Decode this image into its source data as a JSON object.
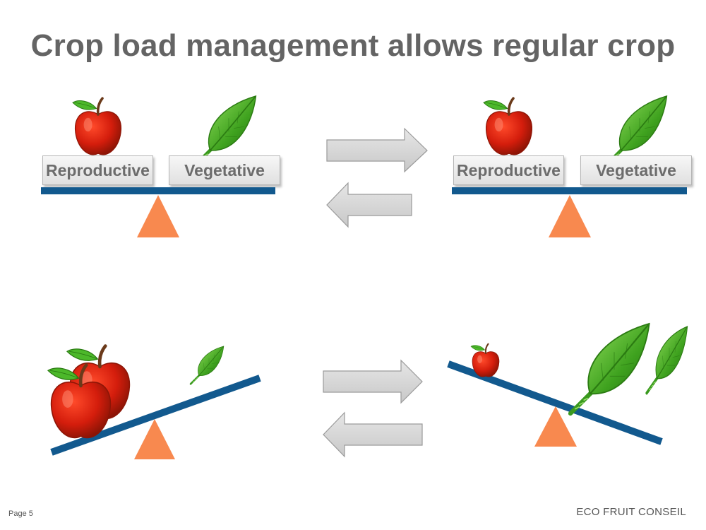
{
  "slide": {
    "title": "Crop load management allows regular crop",
    "page_label": "Page 5",
    "company": "ECO FRUIT CONSEIL"
  },
  "balanced": {
    "reproductive_label": "Reproductive",
    "vegetative_label": "Vegetative"
  },
  "colors": {
    "beam": "#12598e",
    "fulcrum": "#f8894f",
    "apple": "#cc1a0a",
    "leaf": "#3a9a1e",
    "arrow_fill": "#d4d4d4",
    "arrow_stroke": "#9a9a9a",
    "title": "#646464"
  },
  "icons": {
    "apple": "apple-icon",
    "leaf": "leaf-icon",
    "arrow_right": "arrow-right-icon",
    "arrow_left": "arrow-left-icon",
    "fulcrum": "triangle-fulcrum"
  }
}
